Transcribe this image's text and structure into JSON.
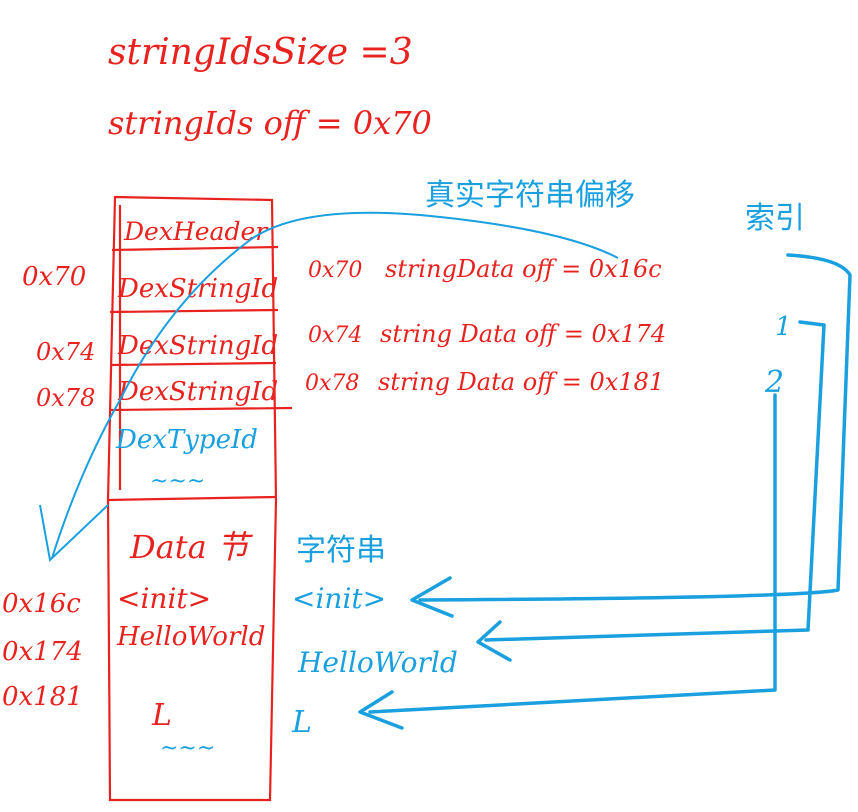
{
  "header": {
    "string_ids_size": "stringIdsSize =3",
    "string_ids_off": "stringIds off = 0x70"
  },
  "annotations": {
    "real_string_offset": "真实字符串偏移",
    "index": "索引",
    "strings": "字符串"
  },
  "memory_blocks": [
    {
      "label": "DexHeader",
      "address": "",
      "color": "red"
    },
    {
      "label": "DexStringId",
      "address": "0x70",
      "color": "red"
    },
    {
      "label": "DexStringId",
      "address": "0x74",
      "color": "red"
    },
    {
      "label": "DexStringId",
      "address": "0x78",
      "color": "red"
    },
    {
      "label": "DexTypeId",
      "address": "",
      "color": "blue"
    },
    {
      "label": "~~~",
      "address": "",
      "color": "blue"
    }
  ],
  "data_section": {
    "title": "Data 节",
    "rows": [
      {
        "address": "0x16c",
        "value": "<init>"
      },
      {
        "address": "0x174",
        "value": "HelloWorld"
      },
      {
        "address": "0x181",
        "value": "L"
      }
    ],
    "ellipsis": "~~~"
  },
  "string_id_entries": [
    {
      "address": "0x70",
      "text": "stringData off = 0x16c"
    },
    {
      "address": "0x74",
      "text": "string Data off = 0x174"
    },
    {
      "address": "0x78",
      "text": "string Data off = 0x181"
    }
  ],
  "string_values": [
    "<init>",
    "HelloWorld",
    "L"
  ],
  "indices": [
    "1",
    "2"
  ],
  "colors": {
    "red": "#e8231f",
    "blue": "#1aa0df"
  }
}
